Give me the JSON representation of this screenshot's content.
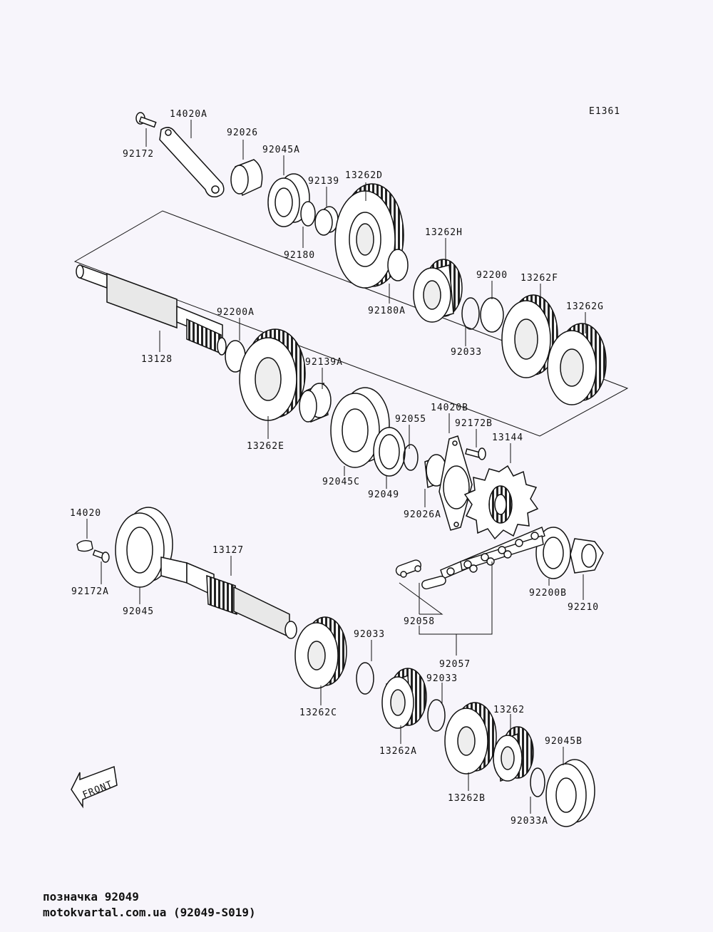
{
  "diagram_code": "E1361",
  "front_label": "FRONT",
  "parts": [
    {
      "id": "p1",
      "label": "14020A"
    },
    {
      "id": "p2",
      "label": "92172"
    },
    {
      "id": "p3",
      "label": "92026"
    },
    {
      "id": "p4",
      "label": "92045A"
    },
    {
      "id": "p5",
      "label": "92139"
    },
    {
      "id": "p6",
      "label": "13262D"
    },
    {
      "id": "p7",
      "label": "92180"
    },
    {
      "id": "p8",
      "label": "13262H"
    },
    {
      "id": "p9",
      "label": "92180A"
    },
    {
      "id": "p10",
      "label": "92200"
    },
    {
      "id": "p11",
      "label": "13262F"
    },
    {
      "id": "p12",
      "label": "13262G"
    },
    {
      "id": "p13",
      "label": "92200A"
    },
    {
      "id": "p14",
      "label": "92033"
    },
    {
      "id": "p15",
      "label": "13128"
    },
    {
      "id": "p16",
      "label": "92139A"
    },
    {
      "id": "p17",
      "label": "13262E"
    },
    {
      "id": "p18",
      "label": "14020B"
    },
    {
      "id": "p19",
      "label": "92055"
    },
    {
      "id": "p20",
      "label": "92172B"
    },
    {
      "id": "p21",
      "label": "13144"
    },
    {
      "id": "p22",
      "label": "92045C"
    },
    {
      "id": "p23",
      "label": "92049"
    },
    {
      "id": "p24",
      "label": "92026A"
    },
    {
      "id": "p25",
      "label": "14020"
    },
    {
      "id": "p26",
      "label": "13127"
    },
    {
      "id": "p27",
      "label": "92172A"
    },
    {
      "id": "p28",
      "label": "92045"
    },
    {
      "id": "p29",
      "label": "92200B"
    },
    {
      "id": "p30",
      "label": "92210"
    },
    {
      "id": "p31",
      "label": "92058"
    },
    {
      "id": "p32",
      "label": "92033"
    },
    {
      "id": "p33",
      "label": "92057"
    },
    {
      "id": "p34",
      "label": "92033"
    },
    {
      "id": "p35",
      "label": "13262"
    },
    {
      "id": "p36",
      "label": "13262C"
    },
    {
      "id": "p37",
      "label": "92045B"
    },
    {
      "id": "p38",
      "label": "13262A"
    },
    {
      "id": "p39",
      "label": "13262B"
    },
    {
      "id": "p40",
      "label": "92033A"
    }
  ],
  "caption": {
    "line1": "позначка 92049",
    "line2": "motokvartal.com.ua (92049-S019)"
  }
}
